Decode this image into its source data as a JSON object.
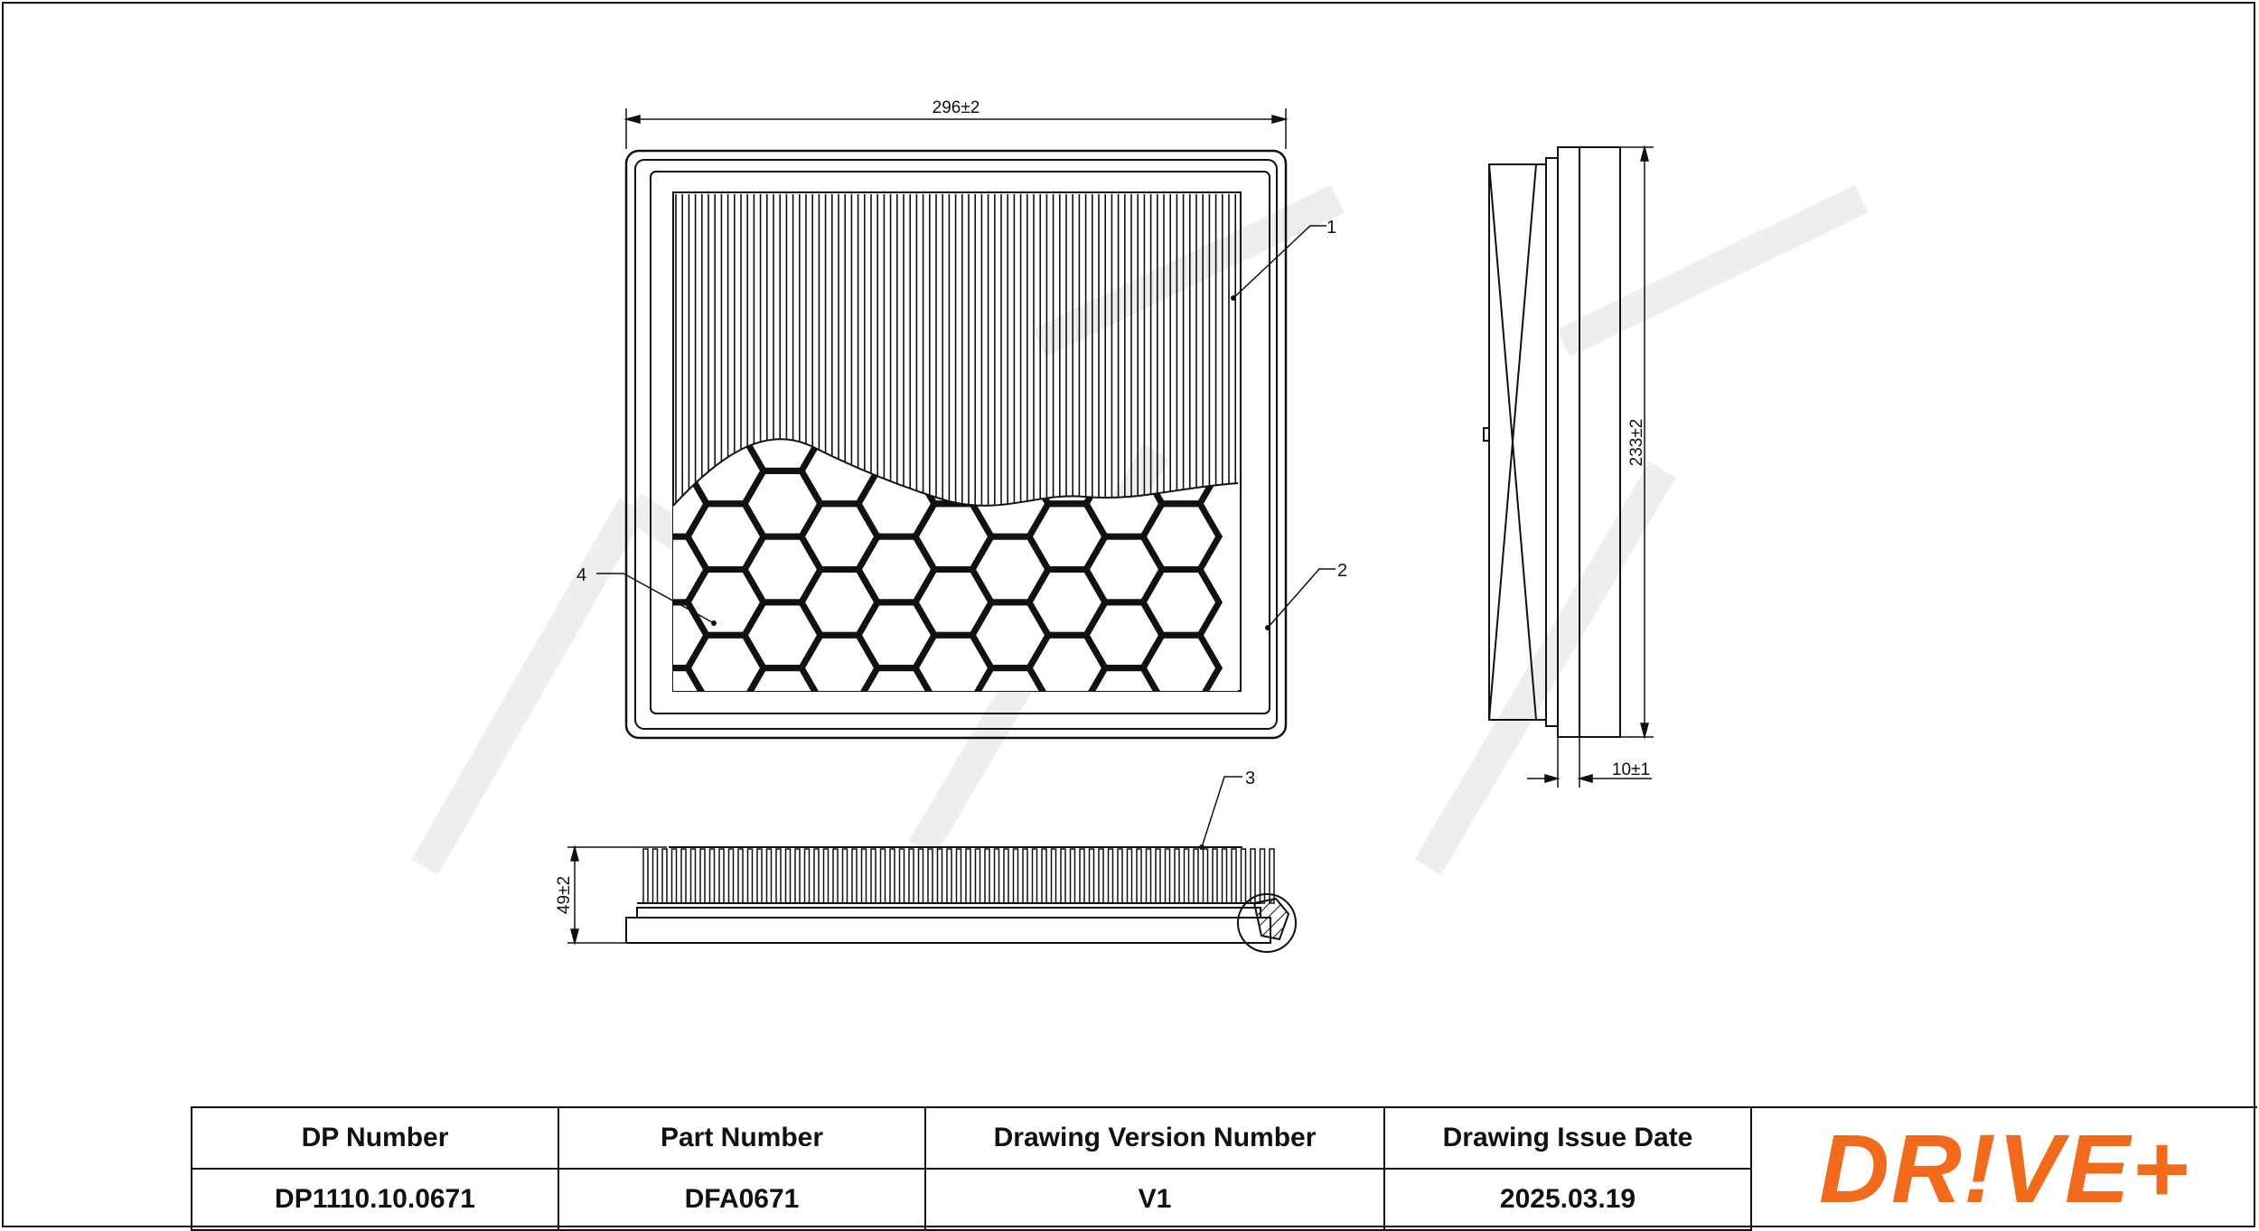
{
  "drawing": {
    "dimensions": {
      "width": "296±2",
      "height": "233±2",
      "depth": "49±2",
      "flange": "10±1"
    },
    "callouts": [
      "1",
      "2",
      "3",
      "4"
    ],
    "watermark_icon": "drive-watermark-icon"
  },
  "title_block": {
    "headers": [
      "DP Number",
      "Part Number",
      "Drawing Version Number",
      "Drawing Issue Date"
    ],
    "values": [
      "DP1110.10.0671",
      "DFA0671",
      "V1",
      "2025.03.19"
    ]
  },
  "logo": {
    "text": "DR!VE+",
    "color": "#f26a1b"
  },
  "colors": {
    "line": "#111111",
    "watermark": "#e6e6e6",
    "accent": "#f26a1b"
  }
}
